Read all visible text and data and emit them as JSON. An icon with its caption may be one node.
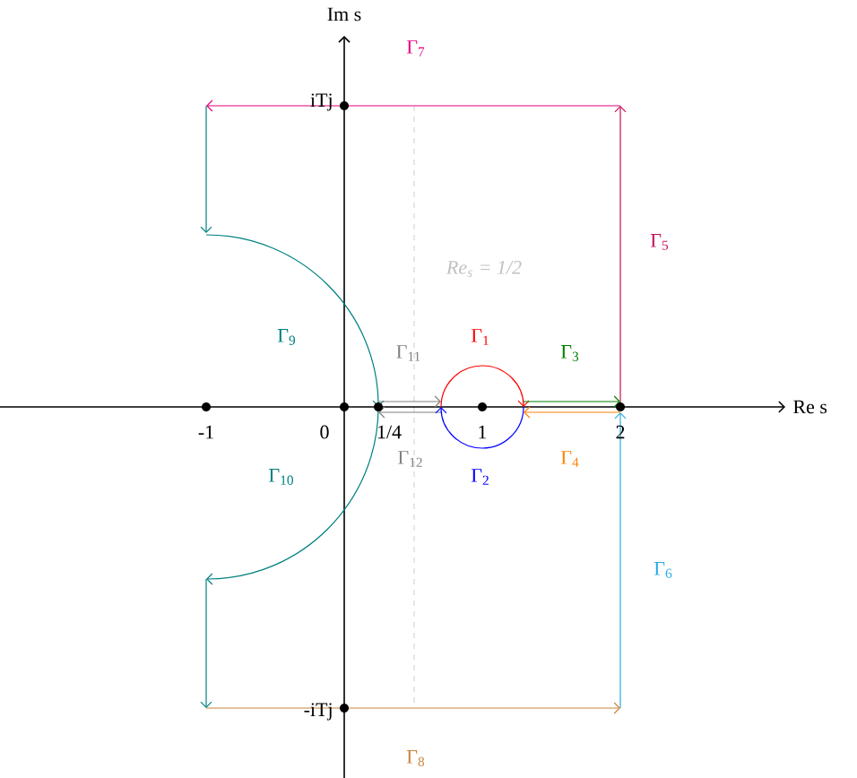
{
  "diagram": {
    "labels": [
      "Im s",
      "Γ$_{7}$",
      "iTj",
      "Γ$_{5}$",
      "Re$_{s}$ = 1/2",
      "Γ$_{9}$",
      "Γ$_{1}$",
      "Γ$_{11}$",
      "Γ$_{3}$",
      "Re s",
      "-1",
      "0",
      "1/4",
      "1",
      "2",
      "Γ$_{12}$",
      "Γ$_{4}$",
      "Γ$_{10}$",
      "Γ$_{2}$",
      "Γ$_{6}$",
      "-iTj",
      "Γ$_{8}$"
    ]
  }
}
